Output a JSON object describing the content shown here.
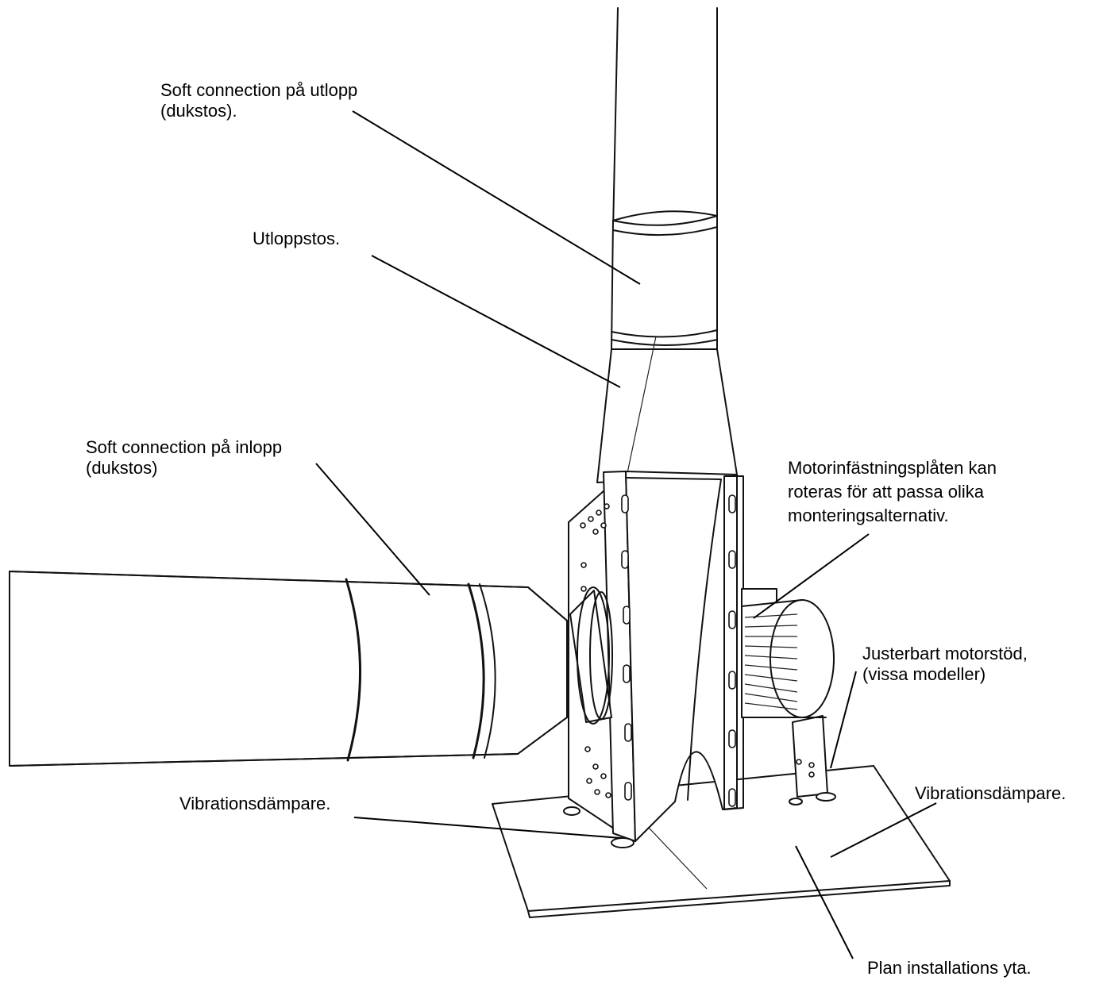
{
  "labels": {
    "soft_outlet": [
      "Soft connection på utlopp",
      "(dukstos)."
    ],
    "outlet": [
      "Utloppstos."
    ],
    "soft_inlet": [
      "Soft connection på inlopp",
      "(dukstos)"
    ],
    "motor_plate": [
      "Motorinfästningsplåten kan",
      "roteras för att passa olika",
      "monteringsalternativ."
    ],
    "motor_support": [
      "Justerbart motorstöd,",
      "(vissa modeller)"
    ],
    "damper_right": [
      "Vibrationsdämpare."
    ],
    "damper_left": [
      "Vibrationsdämpare."
    ],
    "surface": [
      "Plan installations yta."
    ]
  }
}
